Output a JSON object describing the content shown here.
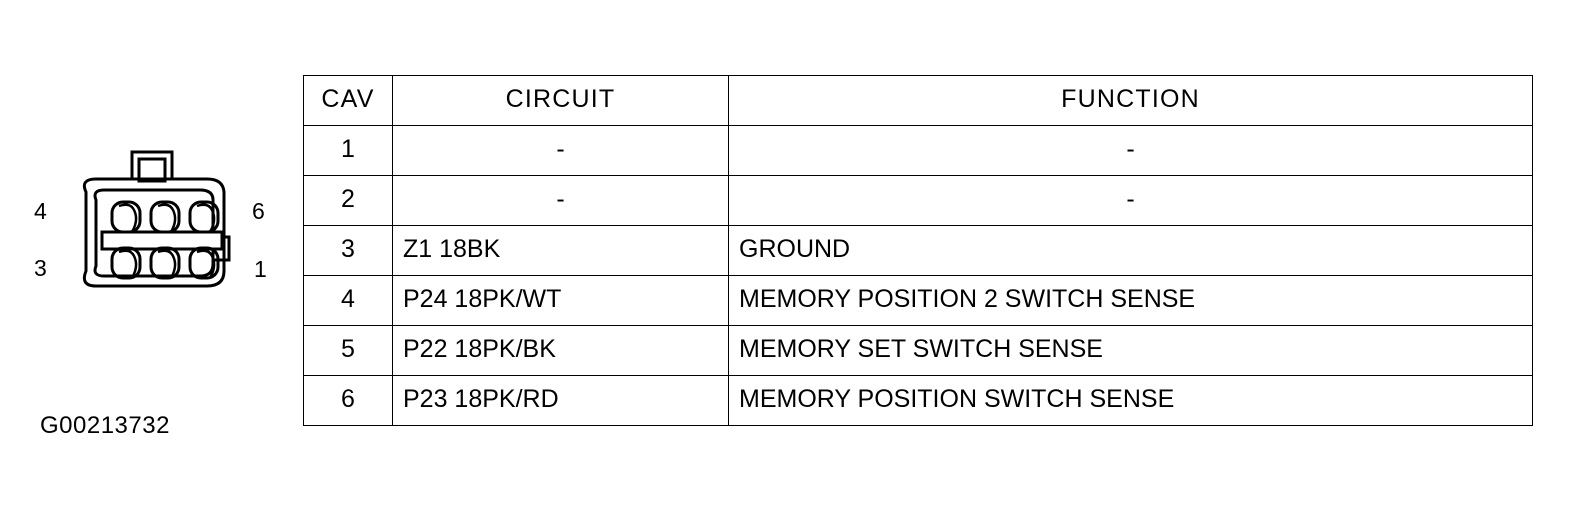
{
  "figure": {
    "id_label": "G00213732",
    "connector": {
      "name": "6-way connector face view",
      "cavity_count": 6,
      "rows": 2,
      "columns": 3,
      "pin_labels": {
        "top_left": "4",
        "bottom_left": "3",
        "top_right": "6",
        "bottom_right": "1"
      },
      "features": [
        "latch-tab-top",
        "keying-tab-right",
        "center-divider-bar"
      ]
    }
  },
  "table": {
    "headers": [
      "CAV",
      "CIRCUIT",
      "FUNCTION"
    ],
    "rows": [
      {
        "cav": "1",
        "circuit": "-",
        "function": "-"
      },
      {
        "cav": "2",
        "circuit": "-",
        "function": "-"
      },
      {
        "cav": "3",
        "circuit": "Z1 18BK",
        "function": "GROUND"
      },
      {
        "cav": "4",
        "circuit": "P24 18PK/WT",
        "function": "MEMORY POSITION 2 SWITCH SENSE"
      },
      {
        "cav": "5",
        "circuit": "P22 18PK/BK",
        "function": "MEMORY SET SWITCH SENSE"
      },
      {
        "cav": "6",
        "circuit": "P23 18PK/RD",
        "function": "MEMORY POSITION SWITCH SENSE"
      }
    ]
  },
  "colors": {
    "ink": "#000000",
    "background": "#ffffff"
  }
}
